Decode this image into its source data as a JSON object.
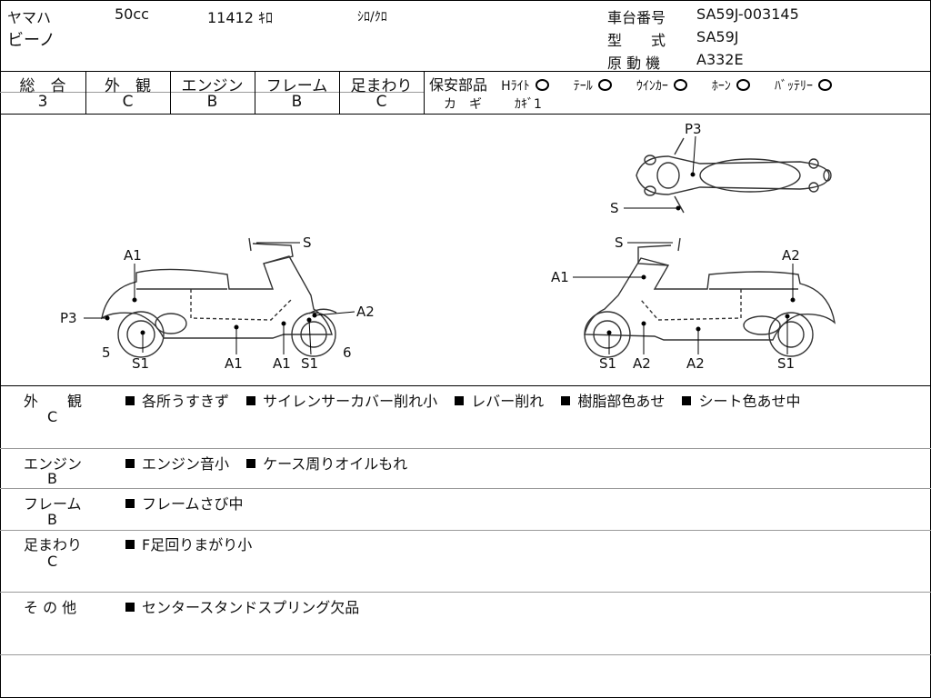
{
  "header": {
    "maker": "ヤマハ",
    "displacement": "50cc",
    "mileage": "11412 ｷﾛ",
    "color": "ｼﾛ/ｸﾛ",
    "model_name": "ビーノ",
    "frame_no_label": "車台番号",
    "frame_no": "SA59J-003145",
    "type_label": "型　　式",
    "type": "SA59J",
    "engine_label": "原 動 機",
    "engine": "A332E"
  },
  "grades": [
    {
      "label": "総　合",
      "value": "3"
    },
    {
      "label": "外　観",
      "value": "C"
    },
    {
      "label": "エンジン",
      "value": "B"
    },
    {
      "label": "フレーム",
      "value": "B"
    },
    {
      "label": "足まわり",
      "value": "C"
    }
  ],
  "safety": {
    "label": "保安部品",
    "items": [
      "Hﾗｲﾄ",
      "ﾃｰﾙ",
      "ｳｲﾝｶｰ",
      "ﾎｰﾝ",
      "ﾊﾞｯﾃﾘｰ"
    ],
    "key_label": "カ　ギ",
    "key_value": "ｶｷﾞ1"
  },
  "diagram": {
    "left": {
      "labels": [
        "A1",
        "S",
        "P3",
        "A2",
        "5",
        "S1",
        "A1",
        "A1",
        "S1",
        "6"
      ]
    },
    "right": {
      "labels": [
        "S",
        "A2",
        "A1",
        "S1",
        "A2",
        "A2",
        "S1"
      ]
    },
    "top": {
      "labels": [
        "P3",
        "S"
      ]
    }
  },
  "remarks": [
    {
      "category": "外　　観",
      "grade": "C",
      "items": [
        "各所うすきず",
        "サイレンサーカバー削れ小",
        "レバー削れ",
        "樹脂部色あせ",
        "シート色あせ中"
      ]
    },
    {
      "category": "エンジン",
      "grade": "B",
      "items": [
        "エンジン音小",
        "ケース周りオイルもれ"
      ]
    },
    {
      "category": "フレーム",
      "grade": "B",
      "items": [
        "フレームさび中"
      ]
    },
    {
      "category": "足まわり",
      "grade": "C",
      "items": [
        "F足回りまがり小"
      ]
    },
    {
      "category": "そ の 他",
      "grade": "",
      "items": [
        "センタースタンドスプリング欠品"
      ]
    }
  ]
}
